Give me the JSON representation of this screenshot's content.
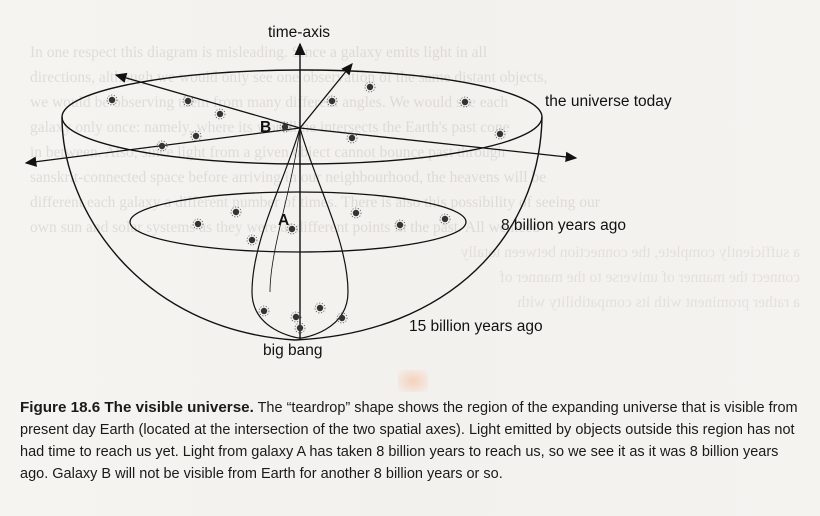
{
  "bleed_text": {
    "line1": "In one respect this diagram is misleading. Since a galaxy emits light in all",
    "line2": "directions, although we would only see one observation of the same distant objects,",
    "line3": "we would be observing them from many different angles. We would see each",
    "line4": "galaxy only once: namely, where its worldline intersects the Earth's past cone",
    "line5": "in between. Also, since light from a given object cannot bounce past through",
    "line6": "sanskrit-connected space before arriving in our neighbourhood, the heavens will be",
    "line7": "different each galaxy a different number of times. There is also this possibility of seeing our",
    "line8": "own sun and solar systems as they were at different points in the past. All we need",
    "mirror1": "a sufficiently complete, the connection between totally",
    "mirror2": "connect the manner of universe to the manner of",
    "mirror3": "a rather prominent with its compatibility with"
  },
  "figure": {
    "label_time_axis": "time-axis",
    "label_universe_today": "the universe today",
    "label_b": "B",
    "label_a": "A",
    "label_8_billion": "8 billion years ago",
    "label_15_billion": "15 billion years ago",
    "label_big_bang": "big bang"
  },
  "caption": {
    "title": "Figure 18.6 The visible universe.",
    "body": " The “teardrop” shape shows the region of the expanding universe that is visible from present day Earth (located at the intersection of the two spatial axes). Light emitted by objects outside this region has not had time to reach us yet. Light from galaxy A has taken 8 billion years to reach us, so we see it as it was 8 billion years ago.  Galaxy B will not be visible from Earth for another 8 billion years or so."
  }
}
